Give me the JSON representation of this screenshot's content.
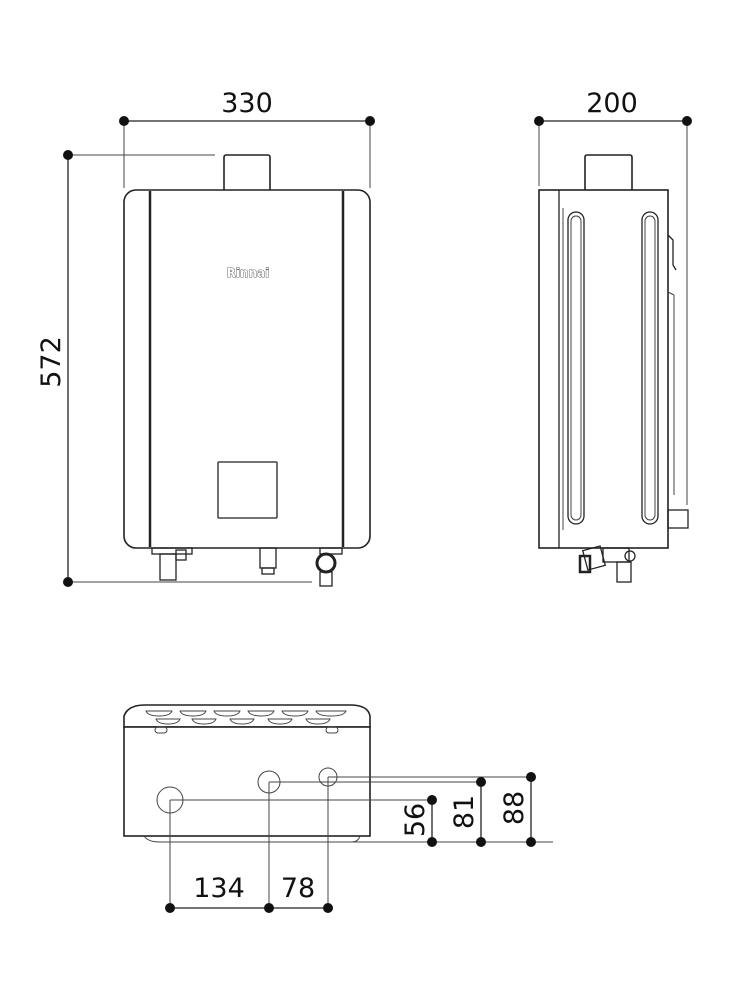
{
  "brand_logo": "Rinnai",
  "dimensions": {
    "width": "330",
    "depth": "200",
    "height": "572",
    "bottom_offsets": {
      "gas_to_back": "56",
      "middle_to_back": "81",
      "right_to_back": "88",
      "left_to_middle": "134",
      "middle_to_right": "78"
    }
  }
}
